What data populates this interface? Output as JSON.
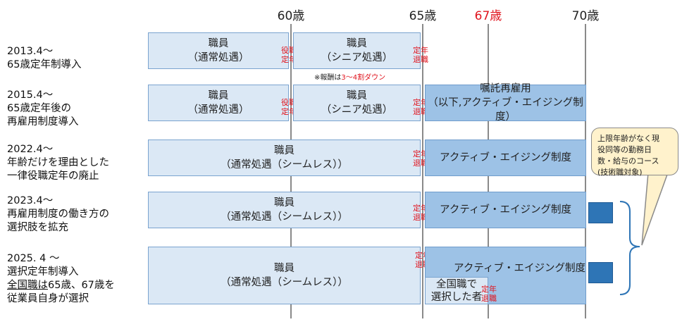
{
  "ages": {
    "a60": "60歳",
    "a65": "65歳",
    "a67": "67歳",
    "a70": "70歳"
  },
  "rows": {
    "r1": {
      "l1": "2013.4～",
      "l2": " 65歳定年制導入"
    },
    "r2": {
      "l1": "2015.4～",
      "l2": " 65歳定年後の",
      "l3": " 再雇用制度導入"
    },
    "r3": {
      "l1": "2022.4～",
      "l2": " 年齢だけを理由とした",
      "l3": " 一律役職定年の廃止"
    },
    "r4": {
      "l1": "2023.4～",
      "l2": " 再雇用制度の働き方の",
      "l3": " 選択肢を拡充"
    },
    "r5": {
      "l1": "2025. 4 ～",
      "l2": "選択定年制導入",
      "l3u": "全国職は",
      "l3": "65歳、67歳を",
      "l4": "従業員自身が選択"
    }
  },
  "boxes": {
    "staff": "職員",
    "normal": "（通常処遇）",
    "senior": "（シニア処遇）",
    "seamless": "（通常処遇（シームレス））",
    "rehire1": "嘱託再雇用",
    "rehire2": "（以下,アクティブ・エイジング制度）",
    "active": "アクティブ・エイジング制度",
    "national1": "全国職で",
    "national2": "選択した者"
  },
  "red": {
    "post1": "役職",
    "post2": "定年",
    "ret1": "定年",
    "ret2": "退職",
    "note_pre": "※報酬は",
    "note_red": "3～4割ダウン"
  },
  "callout": {
    "l1": "上限年齢がなく現",
    "l2": "役同等の勤務日",
    "l3": "数・給与のコース",
    "l4": "(技術職対象)"
  }
}
